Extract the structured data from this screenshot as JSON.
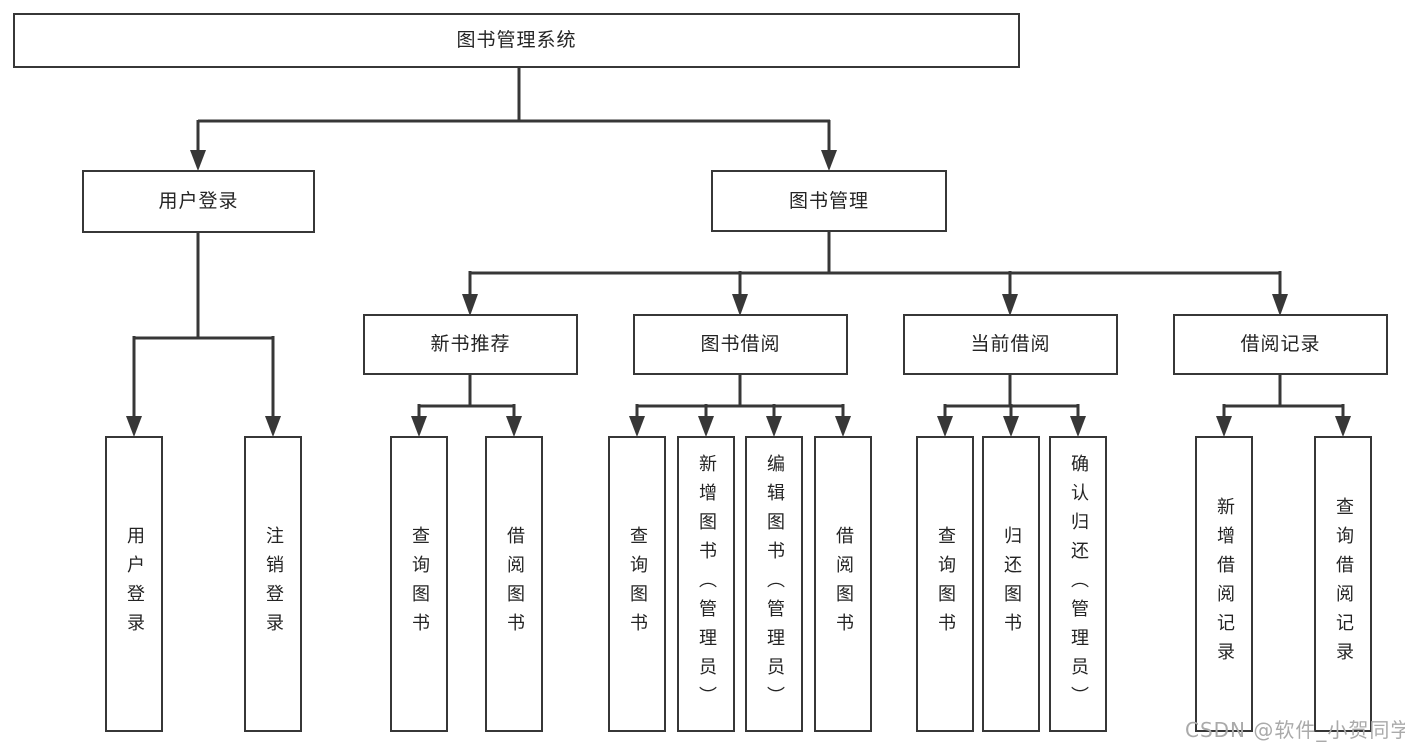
{
  "diagram": {
    "root": {
      "label": "图书管理系统"
    },
    "level2": [
      {
        "label": "用户登录"
      },
      {
        "label": "图书管理"
      }
    ],
    "level3": [
      {
        "label": "新书推荐"
      },
      {
        "label": "图书借阅"
      },
      {
        "label": "当前借阅"
      },
      {
        "label": "借阅记录"
      }
    ],
    "leaves": {
      "user_login": [
        {
          "label": "用户登录"
        },
        {
          "label": "注销登录"
        }
      ],
      "new_book_recommend": [
        {
          "label": "查询图书"
        },
        {
          "label": "借阅图书"
        }
      ],
      "book_borrow": [
        {
          "label": "查询图书"
        },
        {
          "label": "新增图书（管理员）"
        },
        {
          "label": "编辑图书（管理员）"
        },
        {
          "label": "借阅图书"
        }
      ],
      "current_borrow": [
        {
          "label": "查询图书"
        },
        {
          "label": "归还图书"
        },
        {
          "label": "确认归还（管理员）"
        }
      ],
      "borrow_records": [
        {
          "label": "新增借阅记录"
        },
        {
          "label": "查询借阅记录"
        }
      ]
    }
  },
  "watermark": {
    "text": "CSDN @软件_小贺同学"
  },
  "colors": {
    "line": "#373737",
    "text": "#242424",
    "watermark": "#aaaaaa",
    "background": "#ffffff"
  }
}
